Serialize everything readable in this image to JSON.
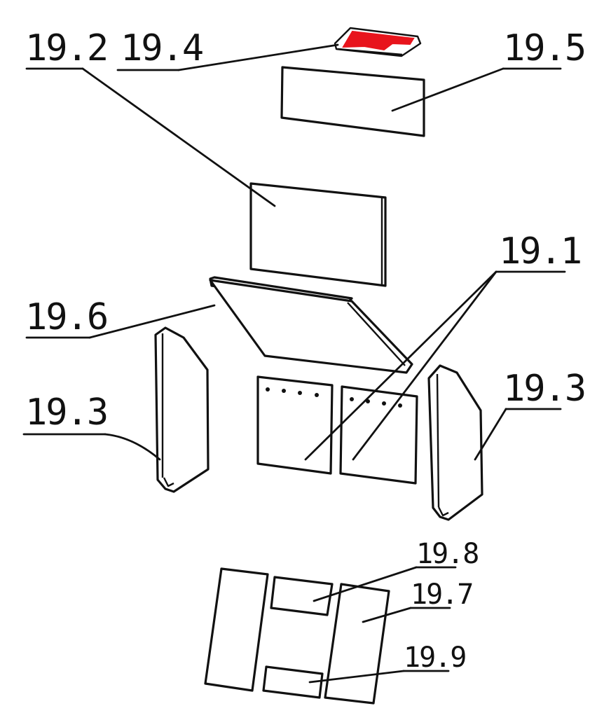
{
  "labels": {
    "p19_1": "19.1",
    "p19_2": "19.2",
    "p19_3_left": "19.3",
    "p19_3_right": "19.3",
    "p19_4": "19.4",
    "p19_5": "19.5",
    "p19_6": "19.6",
    "p19_7": "19.7",
    "p19_8": "19.8",
    "p19_9": "19.9"
  },
  "colors": {
    "highlight": "#e8141c",
    "line": "#111111",
    "background": "#ffffff"
  }
}
